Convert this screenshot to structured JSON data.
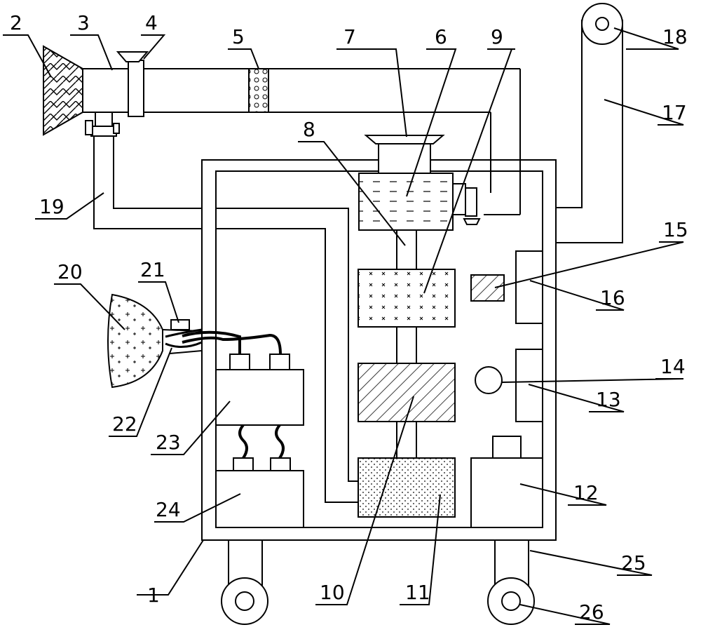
{
  "diagram": {
    "labels": [
      "1",
      "2",
      "3",
      "4",
      "5",
      "6",
      "7",
      "8",
      "9",
      "10",
      "11",
      "12",
      "13",
      "14",
      "15",
      "16",
      "17",
      "18",
      "19",
      "20",
      "21",
      "22",
      "23",
      "24",
      "25",
      "26"
    ],
    "colors": {
      "stroke": "#000000",
      "background": "#ffffff"
    }
  }
}
